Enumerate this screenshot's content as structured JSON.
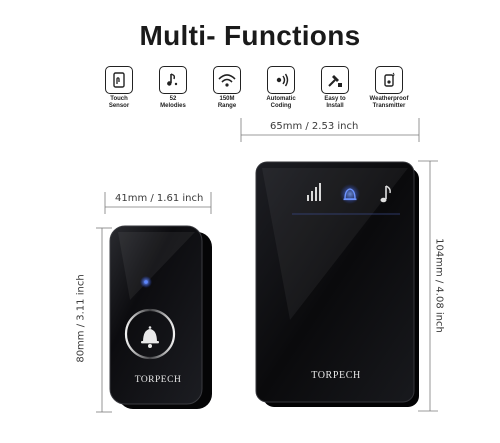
{
  "title": "Multi- Functions",
  "features": [
    {
      "icon": "touch-sensor-icon",
      "label1": "Touch",
      "label2": "Sensor"
    },
    {
      "icon": "music-note-icon",
      "label1": "52",
      "label2": "Melodies"
    },
    {
      "icon": "wireless-signal-icon",
      "label1": "150M",
      "label2": "Range"
    },
    {
      "icon": "coding-icon",
      "label1": "Automatic",
      "label2": "Coding"
    },
    {
      "icon": "install-icon",
      "label1": "Easy to",
      "label2": "Install"
    },
    {
      "icon": "weatherproof-icon",
      "label1": "Weatherproof",
      "label2": "Transmitter"
    }
  ],
  "dimensions": {
    "transmitter_width": "41mm / 1.61 inch",
    "transmitter_height": "80mm / 3.11 inch",
    "receiver_width": "65mm / 2.53 inch",
    "receiver_height": "104mm / 4.08 inch"
  },
  "brand": {
    "transmitter": "TORPECH",
    "receiver": "TORPECH"
  },
  "colors": {
    "device_body": "#0d0d0f",
    "indicator_blue": "#3a6cff"
  }
}
